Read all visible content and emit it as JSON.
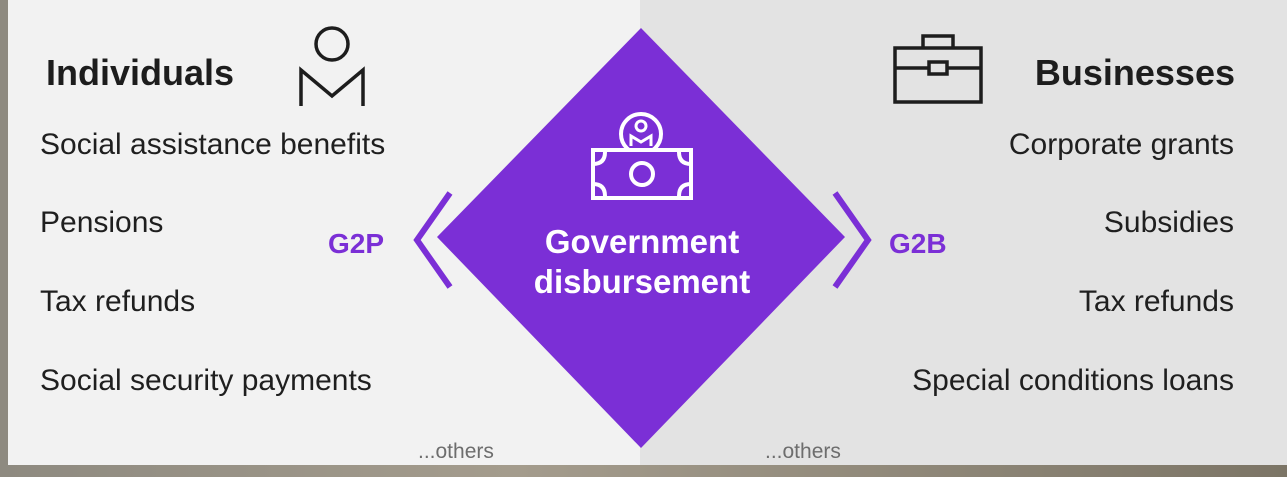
{
  "colors": {
    "accent": "#7b2fd6",
    "left_panel": "#f2f2f2",
    "right_panel": "#e3e3e3",
    "text": "#1f1f1f"
  },
  "left": {
    "heading": "Individuals",
    "icon": "person-icon",
    "items": [
      "Social assistance benefits",
      "Pensions",
      "Tax refunds",
      "Social security payments"
    ],
    "others": "...others",
    "tag": "G2P"
  },
  "right": {
    "heading": "Businesses",
    "icon": "briefcase-icon",
    "items": [
      "Corporate grants",
      "Subsidies",
      "Tax refunds",
      "Special conditions loans"
    ],
    "others": "...others",
    "tag": "G2B"
  },
  "center": {
    "line1": "Government",
    "line2": "disbursement",
    "icon": "money-icon"
  }
}
